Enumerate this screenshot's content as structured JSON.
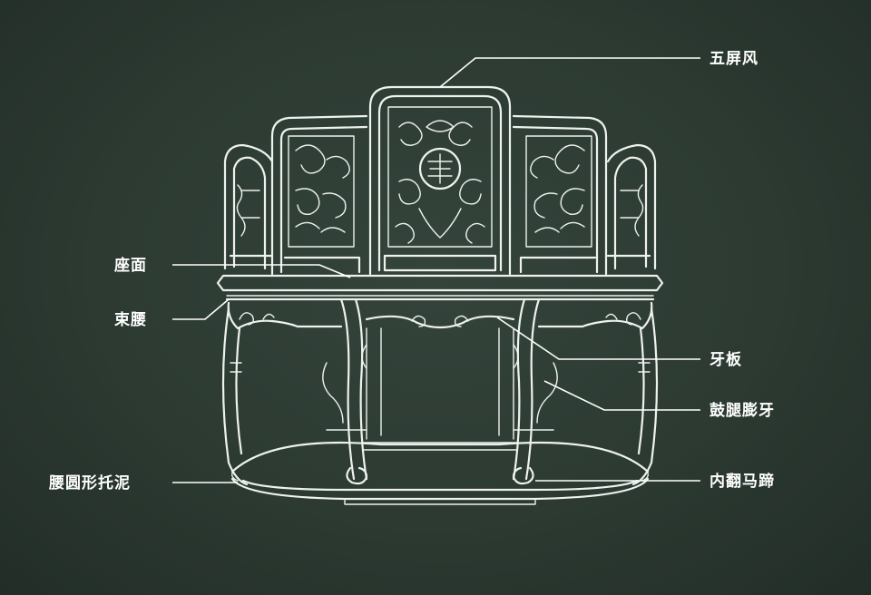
{
  "labels": {
    "wu_ping_feng": "五屏风",
    "zuo_mian": "座面",
    "shu_yao": "束腰",
    "ya_ban": "牙板",
    "gu_tui_peng_ya": "鼓腿膨牙",
    "yao_yuan_xing_tuo_ni": "腰圆形托泥",
    "nei_fan_ma_ti": "内翻马蹄"
  },
  "colors": {
    "background": "#2b3831",
    "line": "#eef2ee"
  }
}
